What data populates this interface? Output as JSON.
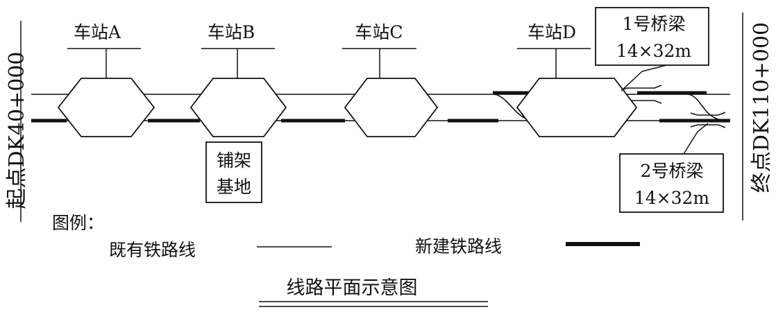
{
  "diagram": {
    "start_label": "起点DK40+000",
    "end_label": "终点DK110+000",
    "stations": [
      {
        "id": "A",
        "label": "车站A"
      },
      {
        "id": "B",
        "label": "车站B"
      },
      {
        "id": "C",
        "label": "车站C"
      },
      {
        "id": "D",
        "label": "车站D"
      }
    ],
    "base_box": {
      "line1": "铺架",
      "line2": "基地"
    },
    "bridge1": {
      "line1": "1号桥梁",
      "line2": "14×32m"
    },
    "bridge2": {
      "line1": "2号桥梁",
      "line2": "14×32m"
    },
    "legend": {
      "heading": "图例：",
      "existing_label": "既有铁路线",
      "new_label": "新建铁路线"
    },
    "title": "线路平面示意图",
    "colors": {
      "ink": "#111111",
      "background": "#ffffff"
    }
  }
}
